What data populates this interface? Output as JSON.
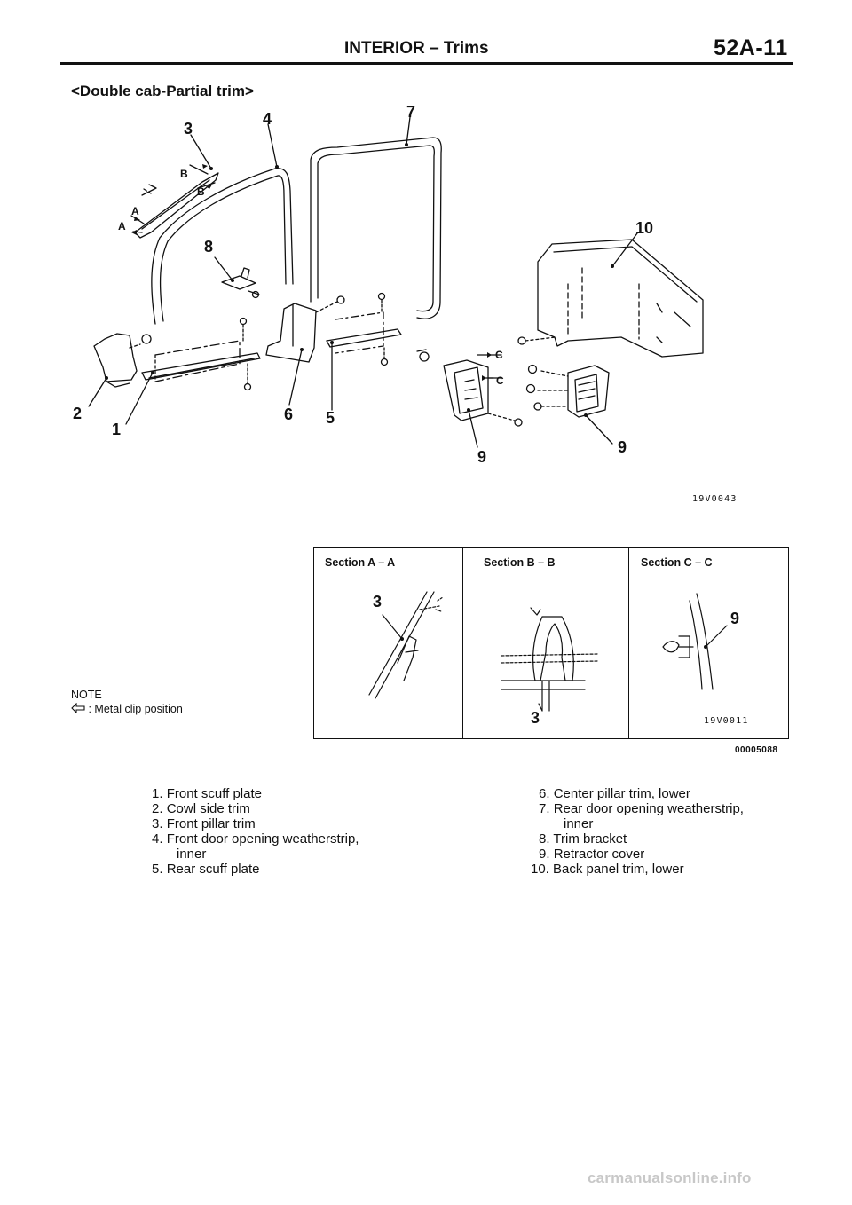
{
  "header": {
    "section_title": "INTERIOR",
    "separator": "–",
    "subsection": "Trims",
    "page_number": "52A-11"
  },
  "figure": {
    "subtitle": "<Double cab-Partial trim>",
    "callouts": {
      "c1": "1",
      "c2": "2",
      "c3": "3",
      "c4": "4",
      "c5": "5",
      "c6": "6",
      "c7": "7",
      "c8": "8",
      "c9a": "9",
      "c9b": "9",
      "c10": "10"
    },
    "section_letters": {
      "a1": "A",
      "a2": "A",
      "b1": "B",
      "b2": "B",
      "c1": "C",
      "c2": "C"
    },
    "code_main": "19V0043"
  },
  "sections": {
    "aa_label": "Section A – A",
    "bb_label": "Section B – B",
    "cc_label": "Section C – C",
    "aa_callout": "3",
    "bb_callout": "3",
    "cc_callout": "9",
    "code_sections": "19V0011",
    "code_box": "00005088"
  },
  "note": {
    "title": "NOTE",
    "text": ": Metal clip position",
    "icon": "hollow-arrow-left-icon"
  },
  "legend": {
    "left": [
      {
        "num": "1.",
        "text": "Front scuff plate"
      },
      {
        "num": "2.",
        "text": "Cowl side trim"
      },
      {
        "num": "3.",
        "text": "Front pillar trim"
      },
      {
        "num": "4.",
        "text": "Front door opening weatherstrip,"
      },
      {
        "num": "",
        "text": "inner"
      },
      {
        "num": "5.",
        "text": "Rear scuff plate"
      }
    ],
    "right": [
      {
        "num": "6.",
        "text": "Center pillar trim, lower"
      },
      {
        "num": "7.",
        "text": "Rear door opening weatherstrip,"
      },
      {
        "num": "",
        "text": "inner"
      },
      {
        "num": "8.",
        "text": "Trim bracket"
      },
      {
        "num": "9.",
        "text": "Retractor cover"
      },
      {
        "num": "10.",
        "text": "Back panel trim, lower"
      }
    ]
  },
  "footer": {
    "watermark": "carmanualsonline.info"
  }
}
